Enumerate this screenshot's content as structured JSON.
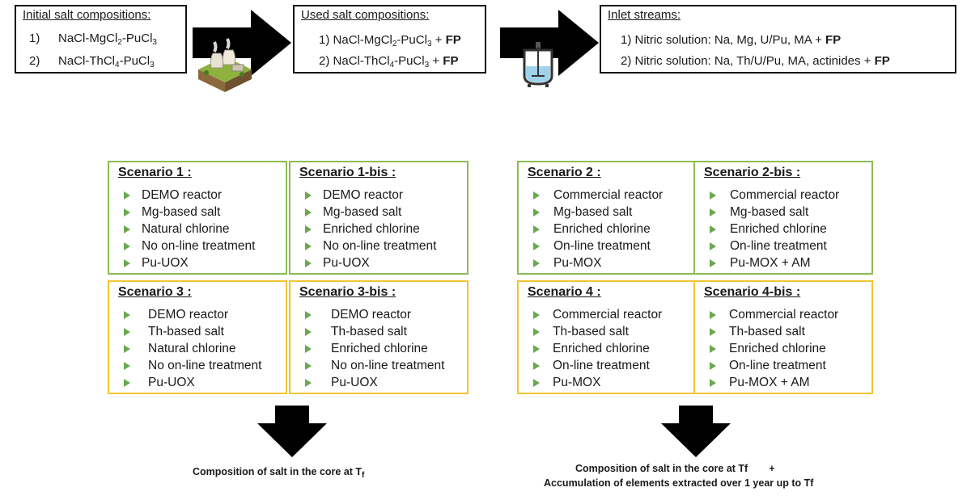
{
  "top": {
    "initial": {
      "header": "Initial salt compositions:",
      "items": [
        {
          "num": "1)",
          "parts": [
            "NaCl-MgCl",
            "2",
            "-PuCl",
            "3"
          ]
        },
        {
          "num": "2)",
          "parts": [
            "NaCl-ThCl",
            "4",
            "-PuCl",
            "3"
          ]
        }
      ]
    },
    "used": {
      "header": "Used salt compositions:",
      "items": [
        {
          "num": "1)",
          "parts": [
            "NaCl-MgCl",
            "2",
            "-PuCl",
            "3"
          ],
          "plus": " + ",
          "fp": "FP"
        },
        {
          "num": "2)",
          "parts": [
            "NaCl-ThCl",
            "4",
            "-PuCl",
            "3"
          ],
          "plus": " + ",
          "fp": "FP"
        }
      ]
    },
    "inlet": {
      "header": "Inlet streams:",
      "items": [
        {
          "num": "1)",
          "text": "Nitric solution: Na, Mg, U/Pu, MA + ",
          "fp": "FP"
        },
        {
          "num": "2)",
          "text": "Nitric solution: Na, Th/U/Pu, MA, actinides + ",
          "fp": "FP"
        }
      ]
    }
  },
  "icons": {
    "reactor": "nuclear-plant-icon",
    "tank": "dissolution-tank-icon"
  },
  "scenarios": {
    "s1": {
      "title": "Scenario 1 :",
      "items": [
        "DEMO reactor",
        "Mg-based salt",
        "Natural chlorine",
        "No on-line treatment",
        "Pu-UOX"
      ]
    },
    "s1b": {
      "title": "Scenario 1-bis :",
      "items": [
        "DEMO reactor",
        "Mg-based salt",
        "Enriched chlorine",
        "No on-line treatment",
        "Pu-UOX"
      ]
    },
    "s2": {
      "title": "Scenario 2 :",
      "items": [
        "Commercial reactor",
        "Mg-based salt",
        "Enriched chlorine",
        "On-line treatment",
        "Pu-MOX"
      ]
    },
    "s2b": {
      "title": "Scenario 2-bis :",
      "items": [
        "Commercial reactor",
        "Mg-based salt",
        "Enriched chlorine",
        "On-line treatment",
        "Pu-MOX + AM"
      ]
    },
    "s3": {
      "title": "Scenario 3 :",
      "items": [
        "DEMO reactor",
        "Th-based salt",
        "Natural chlorine",
        "No on-line treatment",
        "Pu-UOX"
      ]
    },
    "s3b": {
      "title": "Scenario 3-bis :",
      "items": [
        "DEMO reactor",
        "Th-based salt",
        "Enriched chlorine",
        "No on-line treatment",
        "Pu-UOX"
      ]
    },
    "s4": {
      "title": "Scenario 4 :",
      "items": [
        "Commercial reactor",
        "Th-based salt",
        "Enriched chlorine",
        "On-line treatment",
        "Pu-MOX"
      ]
    },
    "s4b": {
      "title": "Scenario 4-bis :",
      "items": [
        "Commercial reactor",
        "Th-based salt",
        "Enriched chlorine",
        "On-line treatment",
        "Pu-MOX + AM"
      ]
    }
  },
  "results": {
    "left": {
      "text": "Composition of salt in the core at T",
      "sub": "f"
    },
    "right": {
      "line1": "Composition of salt in the core at Tf",
      "plus": "+",
      "line2": "Accumulation of elements extracted over 1 year up to Tf"
    }
  },
  "colors": {
    "green_border": "#8cbd54",
    "yellow_border": "#f2c531",
    "bullet": "#6aa84f",
    "arrow": "#000000"
  }
}
